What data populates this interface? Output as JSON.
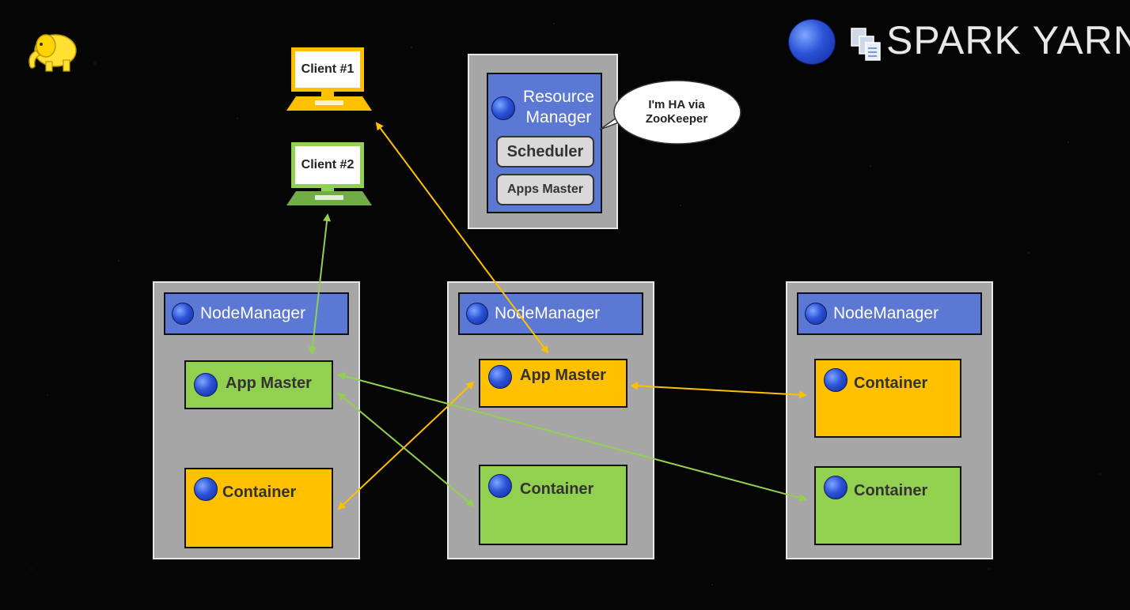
{
  "header": {
    "title": "SPARK YARN",
    "brand_colors": {
      "yarn_blue": "#2b53d6",
      "green": "#92d050",
      "orange": "#ffc000"
    }
  },
  "icons": {
    "hadoop": "hadoop-elephant-icon",
    "yarn": "yarn-ball-icon",
    "docs": "documents-icon"
  },
  "clients": [
    {
      "label": "Client #1",
      "color": "#ffc000"
    },
    {
      "label": "Client #2",
      "color": "#92d050"
    }
  ],
  "resource_manager": {
    "title_line1": "Resource",
    "title_line2": "Manager",
    "scheduler": "Scheduler",
    "apps_master": "Apps Master",
    "speech_line1": "I'm HA via",
    "speech_line2": "ZooKeeper"
  },
  "nodes": [
    {
      "manager": "NodeManager",
      "top_box": "App Master",
      "top_color": "green",
      "bottom_box": "Container",
      "bottom_color": "orange"
    },
    {
      "manager": "NodeManager",
      "top_box": "App Master",
      "top_color": "orange",
      "bottom_box": "Container",
      "bottom_color": "green"
    },
    {
      "manager": "NodeManager",
      "top_box": "Container",
      "top_color": "orange",
      "bottom_box": "Container",
      "bottom_color": "green"
    }
  ]
}
